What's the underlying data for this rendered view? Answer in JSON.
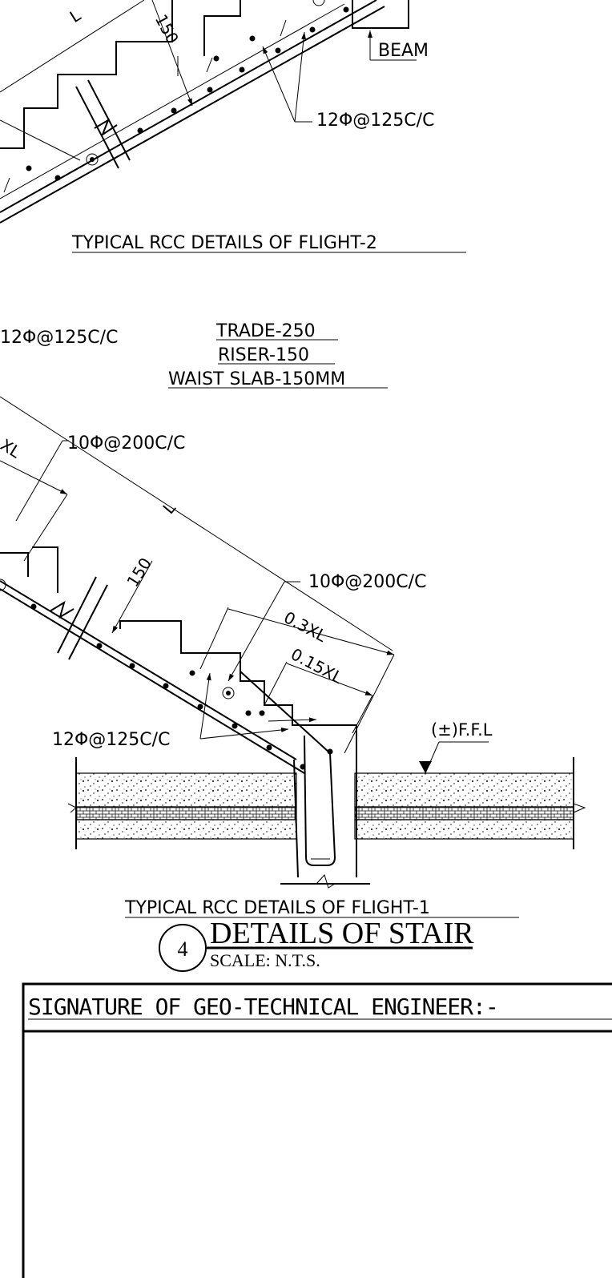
{
  "flight2": {
    "dim_length": "L",
    "dim_150": "150",
    "beam_label": "BEAM",
    "rebar_label": "12Φ@125C/C",
    "caption": "TYPICAL RCC DETAILS OF FLIGHT-2"
  },
  "notes": {
    "top_rebar": "12Φ@125C/C",
    "trade": "TRADE-250",
    "riser": "RISER-150",
    "waist": "WAIST SLAB-150MM"
  },
  "flight1": {
    "dim_xl": "XL",
    "rebar_top": "10Φ@200C/C",
    "dim_length": "L",
    "dim_150": "150",
    "rebar_right": "10Φ@200C/C",
    "dim_03xl": "0.3XL",
    "dim_015xl": "0.15XL",
    "rebar_bottom": "12Φ@125C/C",
    "ffl": "(±)F.F.L",
    "caption": "TYPICAL RCC DETAILS OF FLIGHT-1"
  },
  "detail": {
    "number": "4",
    "title": "DETAILS OF STAIR",
    "scale": "SCALE: N.T.S."
  },
  "signature": {
    "label": "SIGNATURE OF GEO-TECHNICAL ENGINEER:-"
  }
}
